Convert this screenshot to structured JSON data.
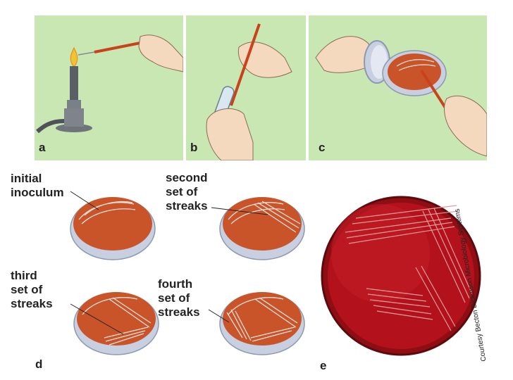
{
  "panels": [
    {
      "label": "a"
    },
    {
      "label": "b"
    },
    {
      "label": "c"
    }
  ],
  "streaks": {
    "initial": [
      "initial",
      "inoculum"
    ],
    "second": [
      "second",
      "set of",
      "streaks"
    ],
    "third": [
      "third",
      "set of",
      "streaks"
    ],
    "fourth": [
      "fourth",
      "set of",
      "streaks"
    ]
  },
  "section_d_label": "d",
  "section_e_label": "e",
  "credit": "Courtesy Becton Dickinson Microbiology Systems",
  "colors": {
    "panel_bg": "#c9e7b3",
    "agar": "#c9542a",
    "plate_rim": "#c7cfe0",
    "streak": "#f5e1d8",
    "photo_agar": "#b3121c"
  }
}
